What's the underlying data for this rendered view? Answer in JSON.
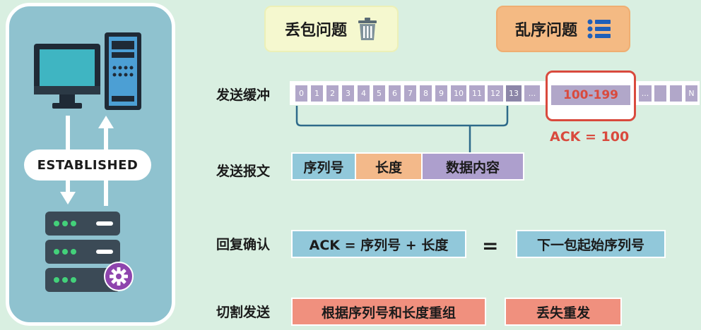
{
  "left_panel": {
    "established_label": "ESTABLISHED"
  },
  "titles": {
    "packet_loss": "丢包问题",
    "packet_loss_icon": "trash-can-icon",
    "out_of_order": "乱序问题",
    "out_of_order_icon": "list-icon"
  },
  "rows": {
    "send_buffer": "发送缓冲",
    "send_message": "发送报文",
    "reply_confirm": "回复确认",
    "split_send": "切割发送"
  },
  "buffer": {
    "cells": [
      "0",
      "1",
      "2",
      "3",
      "4",
      "5",
      "6",
      "7",
      "8",
      "9",
      "10",
      "11",
      "12",
      "13"
    ],
    "ellipsis": "...",
    "range_label": "100-199",
    "last_cell": "N",
    "ack_label": "ACK = 100"
  },
  "message": {
    "seq": "序列号",
    "length": "长度",
    "content": "数据内容"
  },
  "confirm": {
    "formula": "ACK = 序列号 + 长度",
    "equals": "=",
    "result": "下一包起始序列号"
  },
  "split": {
    "reassemble": "根据序列号和长度重组",
    "resend": "丢失重发"
  },
  "colors": {
    "background": "#d9efe1",
    "panel": "#8fc2cf",
    "accent_red": "#d94a3d",
    "brace": "#2e6a8a"
  }
}
